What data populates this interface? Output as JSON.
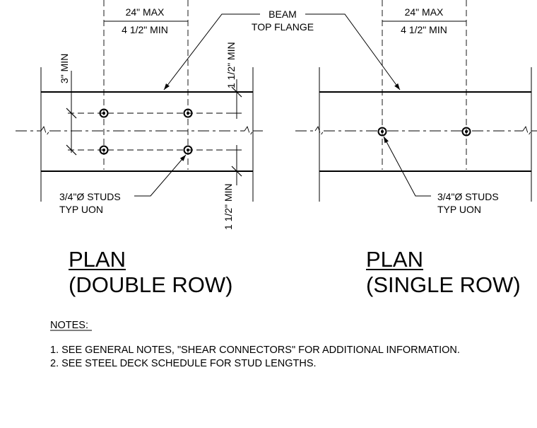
{
  "double_row": {
    "dim_max": "24\" MAX",
    "dim_min": "4 1/2\" MIN",
    "edge_min_left": "3\" MIN",
    "edge_min_top": "1 1/2\" MIN",
    "edge_min_bottom": "1 1/2\" MIN",
    "studs_line1": "3/4\"Ø STUDS",
    "studs_line2": "TYP UON",
    "title_line1": "PLAN",
    "title_line2": "(DOUBLE ROW)"
  },
  "single_row": {
    "dim_max": "24\" MAX",
    "dim_min": "4 1/2\" MIN",
    "studs_line1": "3/4\"Ø STUDS",
    "studs_line2": "TYP UON",
    "title_line1": "PLAN",
    "title_line2": "(SINGLE ROW)"
  },
  "beam_label_line1": "BEAM",
  "beam_label_line2": "TOP FLANGE",
  "notes": {
    "heading": "NOTES:",
    "items": [
      "1. SEE GENERAL NOTES, \"SHEAR CONNECTORS\" FOR ADDITIONAL INFORMATION.",
      "2. SEE STEEL DECK SCHEDULE FOR STUD LENGTHS."
    ]
  }
}
